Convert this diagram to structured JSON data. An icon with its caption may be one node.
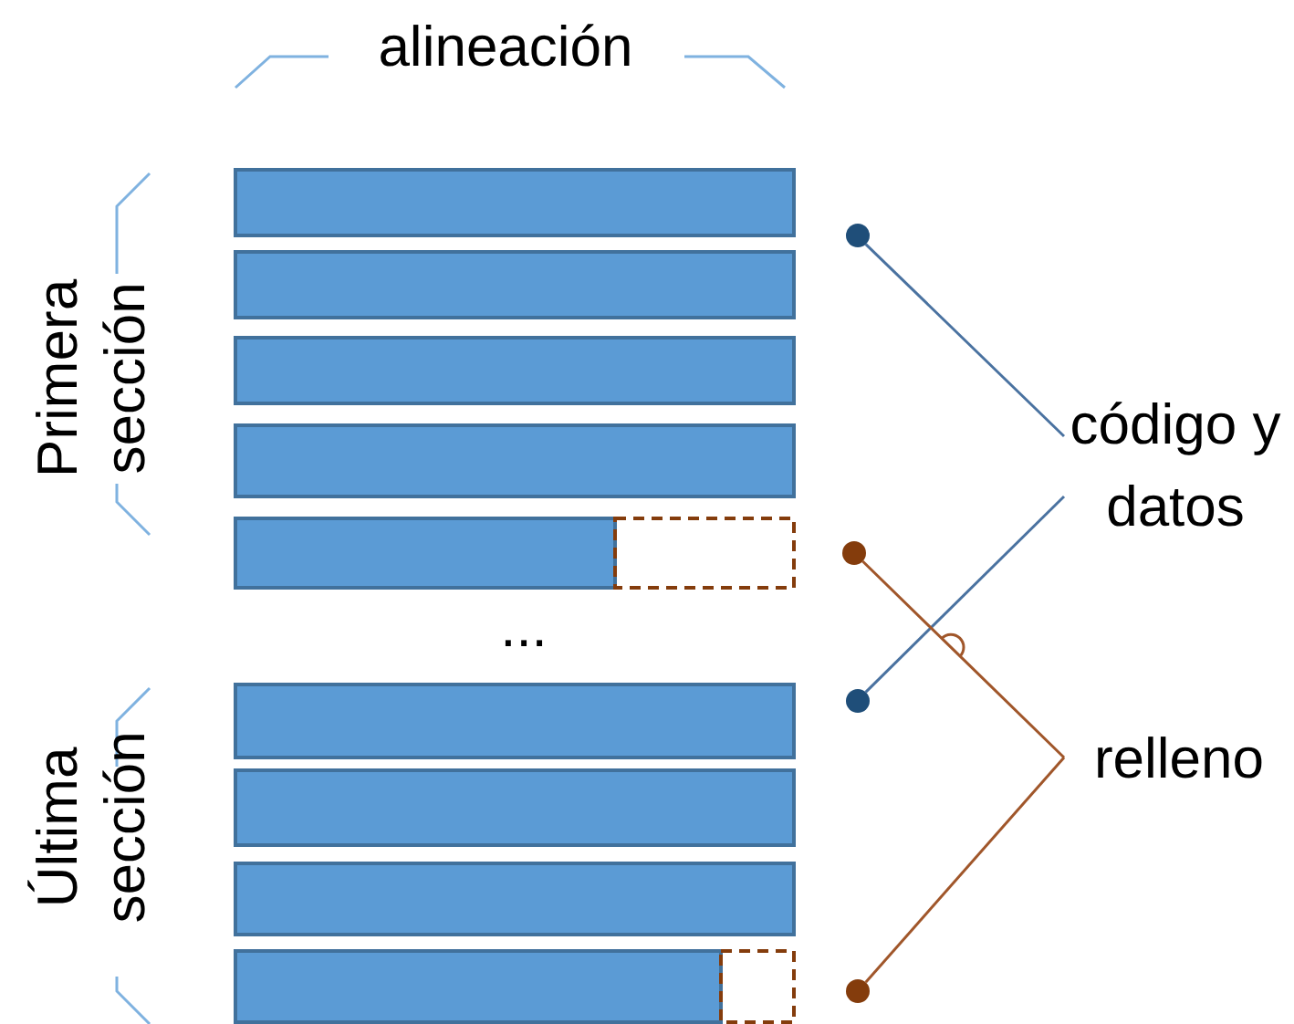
{
  "diagram": {
    "nodes": [
      {
        "text": [
          "código y datos"
        ]
      },
      {
        "text": [
          "relleno"
        ]
      },
      {
        "text": [],
        "shape": "circle"
      },
      {
        "text": [],
        "shape": "circle"
      },
      {
        "text": [],
        "shape": "circle"
      },
      {
        "text": [],
        "shape": "circle"
      }
    ],
    "edges": [
      {
        "from": 0,
        "to": 2,
        "arrow": "none",
        "color": "#4a72a0"
      },
      {
        "from": 0,
        "to": 4,
        "arrow": "none",
        "color": "#4a72a0"
      },
      {
        "from": 1,
        "to": 3,
        "arrow": "none",
        "color": "#a0562a"
      },
      {
        "from": 1,
        "to": 5,
        "arrow": "none",
        "color": "#a0562a"
      }
    ],
    "labels": [
      "alineación",
      "Primera sección",
      "...",
      "Última sección"
    ]
  }
}
